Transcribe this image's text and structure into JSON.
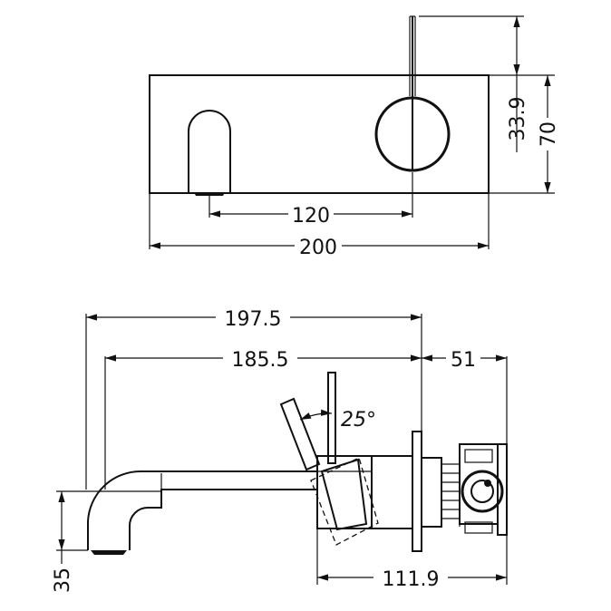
{
  "top_view": {
    "dim_total_width": "200",
    "dim_spout_to_handle": "120",
    "dim_handle_offset": "33.9",
    "dim_height": "70"
  },
  "side_view": {
    "dim_overall": "197.5",
    "dim_reach": "185.5",
    "dim_wall_depth": "51",
    "dim_body": "111.9",
    "dim_spout_height": "35",
    "angle": "25°"
  },
  "colors": {
    "line": "#111111",
    "background": "#ffffff"
  }
}
